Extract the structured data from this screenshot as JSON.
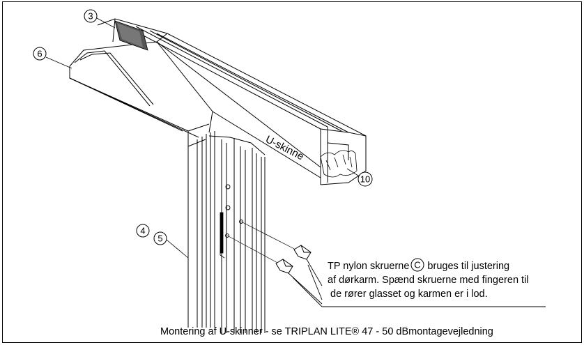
{
  "callouts": [
    "3",
    "6",
    "4",
    "5",
    "10"
  ],
  "rail_label": "U-skinne",
  "screw_callout": "C",
  "note": {
    "prefix": "TP nylon skruerne",
    "line1_suffix": " bruges til justering",
    "line2": "af dørkarm. Spænd skruerne med fingeren til",
    "line3": "de rører glasset og karmen er i lod."
  },
  "caption": "Montering af U-skinner - se TRIPLAN LITE® 47 - 50 dBmontagevejledning"
}
